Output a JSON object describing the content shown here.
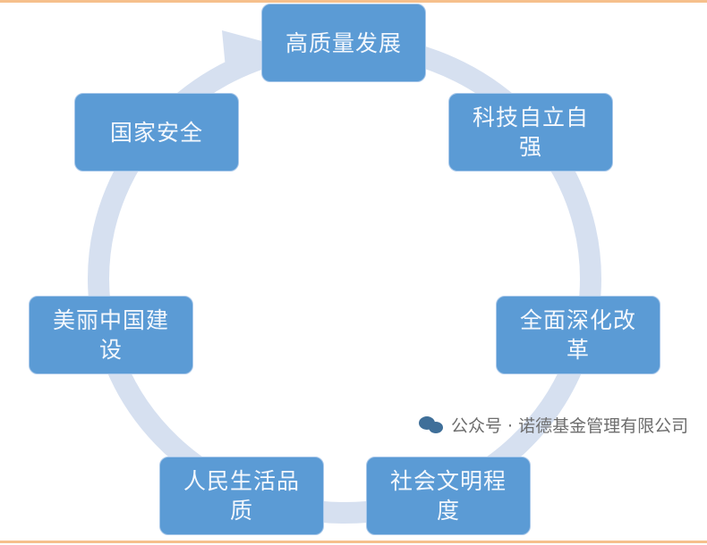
{
  "diagram": {
    "type": "cycle",
    "nodes": [
      "高质量发展",
      "科技自立自强",
      "全面深化改革",
      "社会文明程度",
      "人民生活品质",
      "美丽中国建设",
      "国家安全"
    ],
    "colors": {
      "node": "#5b9bd5",
      "ring": "#d6e0f0",
      "accent_bar": "#f6c08c"
    }
  },
  "watermark": {
    "icon": "wechat-icon",
    "text": "公众号 · 诺德基金管理有限公司"
  }
}
